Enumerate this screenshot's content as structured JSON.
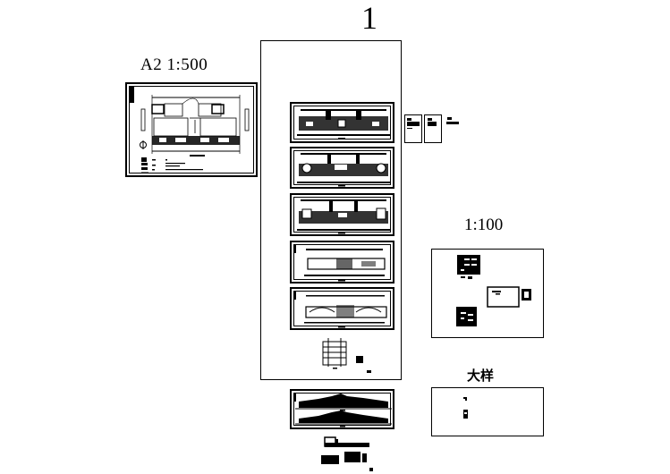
{
  "canvas": {
    "background": "#ffffff",
    "ink": "#000000"
  },
  "labels": {
    "group_1_number": "1",
    "site_plan_scale": "A2   1:500",
    "detail_scale": "1:100",
    "large_detail_title": "大样"
  },
  "sheets": {
    "site_plan": {
      "name": "site-plan-sheet"
    },
    "main_group": {
      "name": "main-drawing-group",
      "plans": [
        {
          "name": "floor-plan-1"
        },
        {
          "name": "floor-plan-2"
        },
        {
          "name": "floor-plan-3"
        },
        {
          "name": "roof-plan-1"
        },
        {
          "name": "roof-plan-2"
        }
      ],
      "stair_detail": {
        "name": "stair-detail"
      }
    },
    "elevations": {
      "name": "elevations-sheet"
    },
    "sections": {
      "name": "section-details"
    },
    "small_sheets": [
      {
        "name": "small-sheet-1"
      },
      {
        "name": "small-sheet-2"
      },
      {
        "name": "small-sheet-3"
      }
    ],
    "detail_1_100": {
      "name": "detail-1-100-frame"
    },
    "large_detail": {
      "name": "large-detail-frame"
    }
  }
}
